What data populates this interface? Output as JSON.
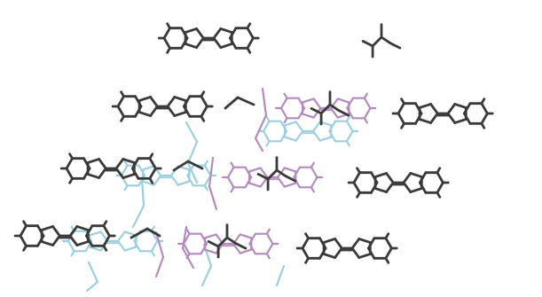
{
  "diagram": {
    "kind": "molecular crystal packing (wireframe)",
    "colors": {
      "background": "#ffffff",
      "primary": "#3a3a3a",
      "secondary_blue": "#9ccfdf",
      "secondary_pink": "#b38bbf"
    },
    "layers": [
      {
        "name": "blue-layer",
        "color_key": "secondary_blue"
      },
      {
        "name": "pink-layer",
        "color_key": "secondary_pink"
      },
      {
        "name": "dark-layer",
        "color_key": "primary"
      }
    ]
  }
}
